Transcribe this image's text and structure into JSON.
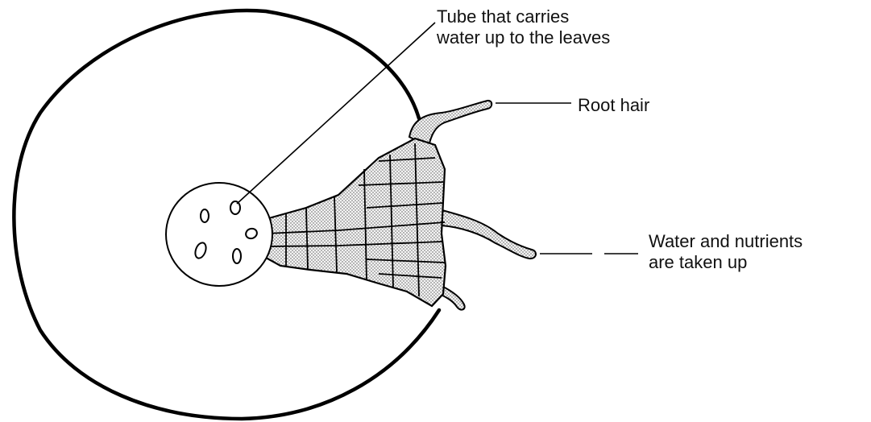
{
  "labels": {
    "tube_line1": "Tube that carries",
    "tube_line2": "water up to the leaves",
    "root_hair": "Root hair",
    "water_line1": "Water and nutrients",
    "water_line2": "are taken up"
  }
}
